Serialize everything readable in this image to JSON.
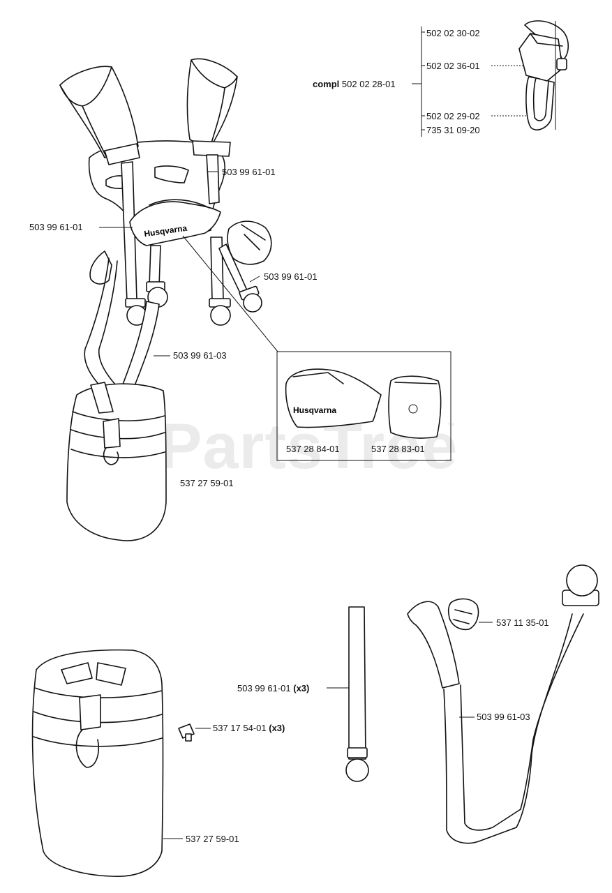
{
  "watermark": "PartsTree",
  "watermark_tm": "™",
  "brand_logo": "Husqvarna",
  "callouts": {
    "c1": "502 02 30-02",
    "c2": "502 02 36-01",
    "compl_prefix": "compl",
    "compl_num": "502 02 28-01",
    "c4": "502 02 29-02",
    "c5": "735 31 09-20",
    "strap_right": "503 99 61-01",
    "strap_left": "503 99 61-01",
    "strap_lower_right": "503 99 61-01",
    "belt_mid": "503 99 61-03",
    "pad_a": "537 28 84-01",
    "pad_b": "537 28 83-01",
    "hip_pad_top": "537 27 59-01",
    "small_strap": "503 99 61-01",
    "small_strap_qty": "(x3)",
    "screw": "537 17 54-01",
    "screw_qty": "(x3)",
    "buckle": "537 11 35-01",
    "long_strap": "503 99 61-03",
    "hip_pad_bottom": "537 27 59-01"
  }
}
